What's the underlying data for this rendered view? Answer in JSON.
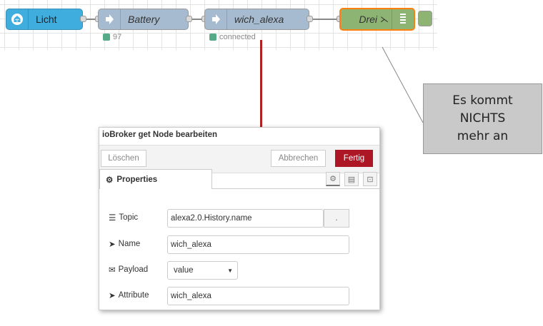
{
  "flow": {
    "nodes": [
      {
        "label": "Licht",
        "icon": "wifi-home-icon",
        "color": "#3fadde"
      },
      {
        "label": "Battery",
        "icon": "arrow-right-icon",
        "color": "#a6bbcf"
      },
      {
        "label": "wich_alexa",
        "icon": "arrow-right-icon",
        "color": "#a6bbcf"
      },
      {
        "label": "Drei",
        "icon": "list-icon",
        "color": "#8eb474",
        "highlight": "#ff7f0e"
      }
    ],
    "status_battery": "97",
    "status_alexa": "connected"
  },
  "callout": {
    "line1": "Es kommt",
    "line2": "NICHTS",
    "line3": "mehr an"
  },
  "dialog": {
    "title": "ioBroker get Node bearbeiten",
    "delete_label": "Löschen",
    "cancel_label": "Abbrechen",
    "done_label": "Fertig",
    "tab_label": "Properties",
    "fields": {
      "topic_label": "Topic",
      "topic_value": "alexa2.0.History.name",
      "topic_button": ".",
      "name_label": "Name",
      "name_value": "wich_alexa",
      "payload_label": "Payload",
      "payload_value": "value",
      "attribute_label": "Attribute",
      "attribute_value": "wich_alexa"
    }
  },
  "colors": {
    "primary": "#ad1625",
    "connector": "#b22222"
  }
}
